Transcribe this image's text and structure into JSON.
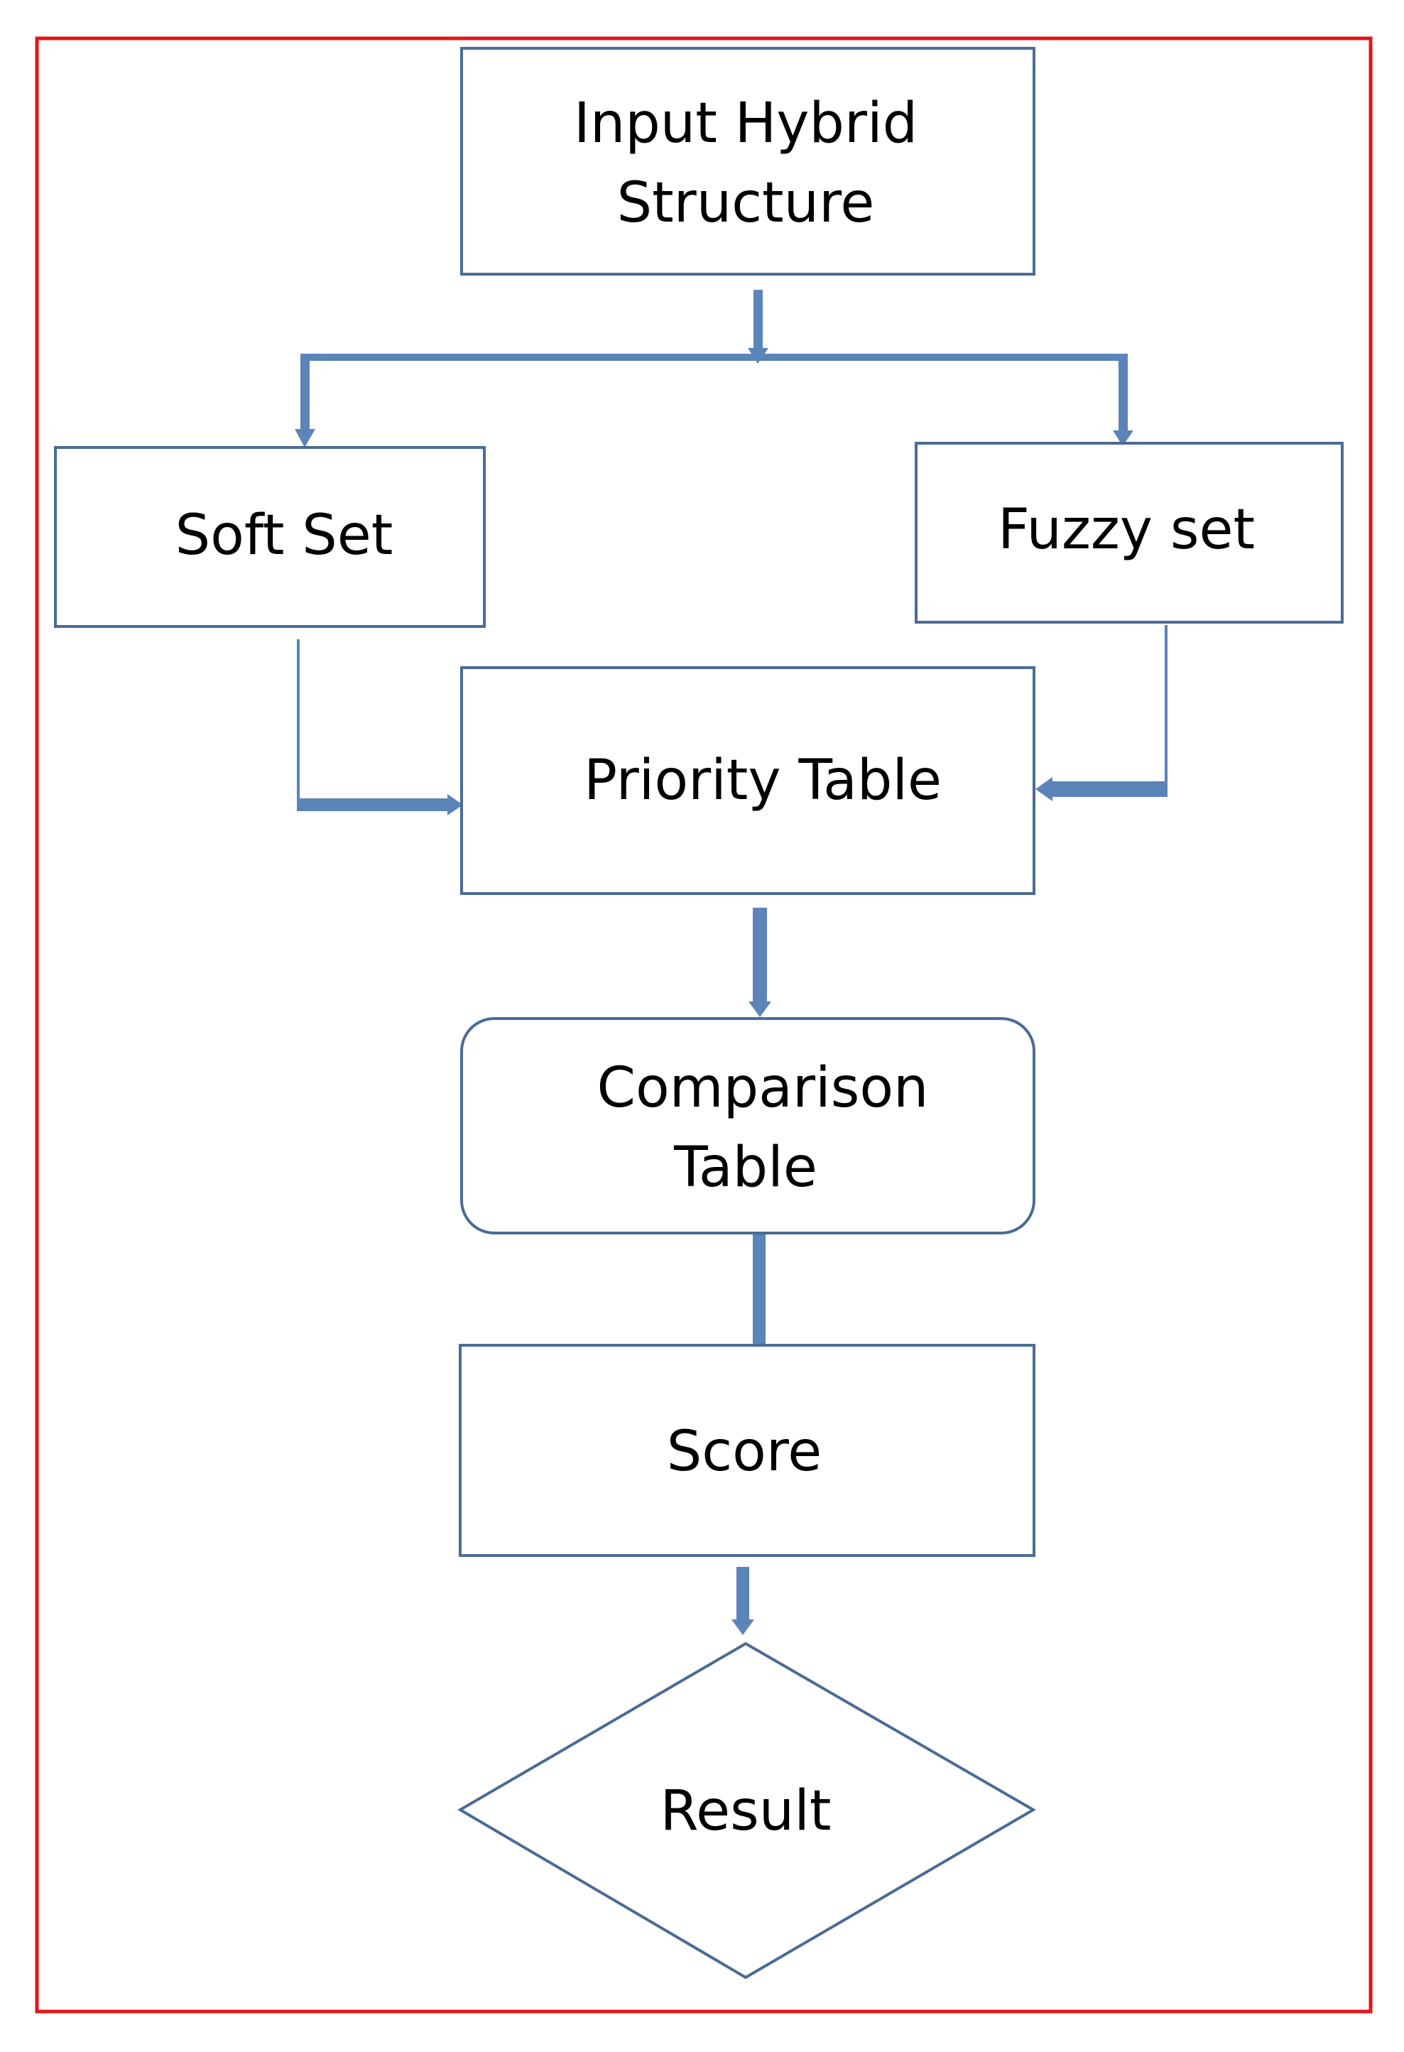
{
  "diagram": {
    "type": "flowchart",
    "frame_color": "#e3141b",
    "node_border_color": "#4a6b95",
    "arrow_color": "#5b84b8",
    "nodes": {
      "input_line1": "Input Hybrid",
      "input_line2": "Structure",
      "soft_set": "Soft Set",
      "fuzzy_set": "Fuzzy set",
      "priority_table": "Priority Table",
      "comparison_line1": "Comparison",
      "comparison_line2": "Table",
      "score": "Score",
      "result": "Result"
    },
    "edges": [
      {
        "from": "Input Hybrid Structure",
        "to": "Soft Set"
      },
      {
        "from": "Input Hybrid Structure",
        "to": "Fuzzy set"
      },
      {
        "from": "Soft Set",
        "to": "Priority Table"
      },
      {
        "from": "Fuzzy set",
        "to": "Priority Table"
      },
      {
        "from": "Priority Table",
        "to": "Comparison Table"
      },
      {
        "from": "Comparison Table",
        "to": "Score"
      },
      {
        "from": "Score",
        "to": "Result"
      }
    ]
  }
}
